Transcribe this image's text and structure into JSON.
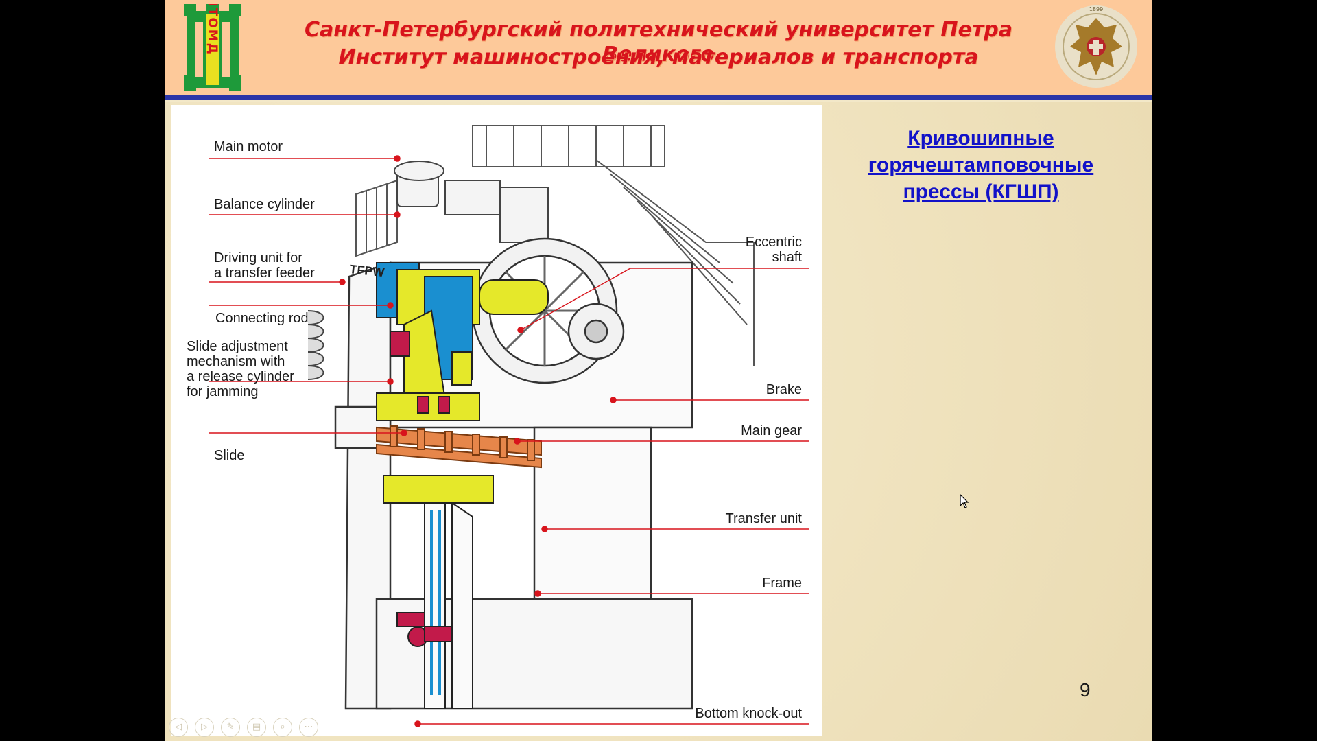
{
  "header": {
    "university": "Санкт-Петербургский политехнический университет Петра Великого",
    "institute": "Институт машиностроения, материалов и транспорта",
    "logo_text": "МТОМД",
    "emblem_year": "1899"
  },
  "diagram": {
    "labels": {
      "main_motor": "Main motor",
      "balance_cylinder": "Balance cylinder",
      "driving_unit_1": "Driving unit for",
      "driving_unit_2": "a transfer feeder",
      "connecting_rod": "Connecting rod",
      "slide_adj_1": "Slide adjustment",
      "slide_adj_2": "mechanism with",
      "slide_adj_3": "a release cylinder",
      "slide_adj_4": "for jamming",
      "slide": "Slide",
      "eccentric_1": "Eccentric",
      "eccentric_2": "shaft",
      "brake": "Brake",
      "main_gear": "Main gear",
      "transfer_unit": "Transfer unit",
      "frame": "Frame",
      "bottom_knockout": "Bottom knock-out"
    },
    "nameplate": "TFPW"
  },
  "side": {
    "line1": "Кривошипные",
    "line2": "горячештамповочные",
    "line3": "прессы (КГШП)"
  },
  "page_number": "9",
  "nav": {
    "prev": "◁",
    "next": "▷",
    "pen": "✎",
    "slides": "▤",
    "zoom": "⌕",
    "more": "⋯"
  },
  "colors": {
    "header_bg": "#fdc99a",
    "header_text": "#d8141c",
    "header_rule": "#2b35a8",
    "link": "#1212c8",
    "leader": "#d8141c"
  }
}
